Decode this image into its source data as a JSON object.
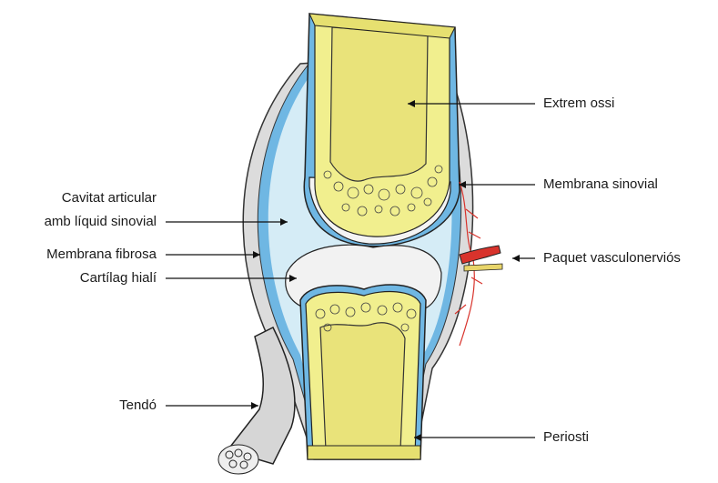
{
  "labels": {
    "extrem_ossi": "Extrem ossi",
    "membrana_sinovial": "Membrana sinovial",
    "paquet_vasculonervios": "Paquet vasculonerviós",
    "periosti": "Periosti",
    "cavitat_line1": "Cavitat articular",
    "cavitat_line2": "amb líquid sinovial",
    "membrana_fibrosa": "Membrana fibrosa",
    "cartilag_hiali": "Cartílag hialí",
    "tendo": "Tendó"
  },
  "colors": {
    "bone": "#f1ef8e",
    "bone_spongy": "#e9e37a",
    "cartilage": "#f4f4f4",
    "synovial_fluid": "#d5ecf6",
    "membrane_blue": "#6fb7e3",
    "fibrous": "#d9d9d9",
    "vessel_red": "#d8332c",
    "nerve_yellow": "#e8d56a",
    "tendon": "#d6d6d6"
  }
}
